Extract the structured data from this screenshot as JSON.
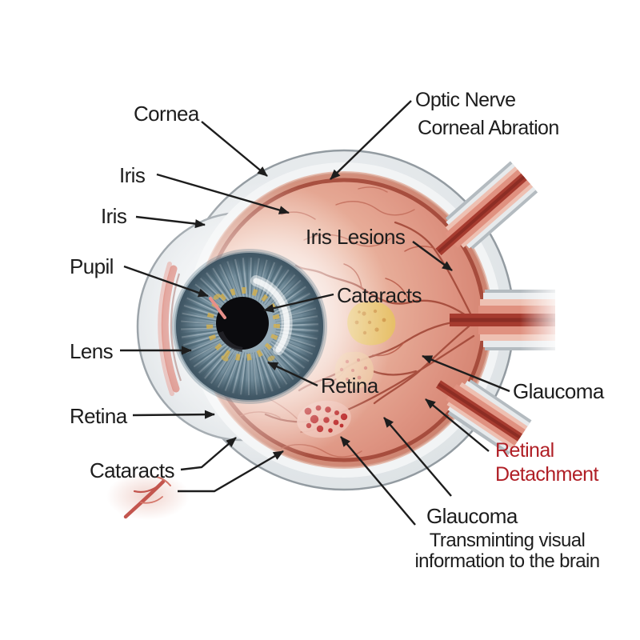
{
  "diagram": {
    "type": "eye-anatomy-cross-section",
    "labels": {
      "cornea": "Cornea",
      "iris_upper": "Iris",
      "iris_lower": "Iris",
      "pupil": "Pupil",
      "lens": "Lens",
      "retina_left": "Retina",
      "cataracts_left": "Cataracts",
      "optic_nerve": "Optic Nerve",
      "corneal_abration": "Corneal Abration",
      "iris_lesions": "Iris Lesions",
      "cataracts_center": "Cataracts",
      "retina_center": "Retina",
      "glaucoma_right": "Glaucoma",
      "retinal_detachment": "Retinal\nDetachment",
      "glaucoma_bottom": "Glaucoma",
      "glaucoma_caption": "Transminting visual\ninformation to the brain"
    },
    "palette": {
      "label_text": "#1d1d1d",
      "alert_label_red": "#b01f26",
      "sclera_gray": "#d6dbde",
      "interior_salmon": "#dc9480",
      "choroid_ring_red": "#9e4233",
      "iris_blue_gray": "#7b95a4",
      "pupil_black": "#0b0b0e",
      "lesion_yellow": "#e7c166",
      "hemorrhage_red": "#b81f1f",
      "vessel_red": "#a24838",
      "nerve_core_red": "#a63b2f"
    }
  }
}
